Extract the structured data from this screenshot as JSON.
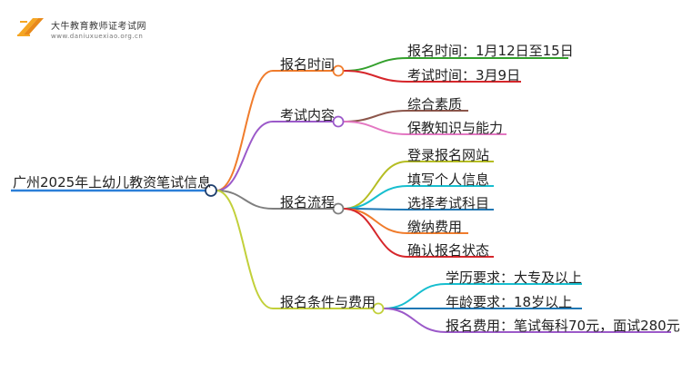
{
  "logo": {
    "title": "大牛教育教师证考试网",
    "url": "www.daniuxuexiao.org.cn"
  },
  "root": {
    "label": "广州2025年上幼儿教资笔试信息",
    "color": "#2b7fd8"
  },
  "branches": [
    {
      "label": "报名时间",
      "color": "#f07c2c",
      "children": [
        {
          "label": "报名时间：1月12日至15日",
          "color": "#33a02c"
        },
        {
          "label": "考试时间：3月9日",
          "color": "#d6262b"
        }
      ]
    },
    {
      "label": "考试内容",
      "color": "#9b59c9",
      "children": [
        {
          "label": "综合素质",
          "color": "#8c564b"
        },
        {
          "label": "保教知识与能力",
          "color": "#e377c2"
        }
      ]
    },
    {
      "label": "报名流程",
      "color": "#7f7f7f",
      "children": [
        {
          "label": "登录报名网站",
          "color": "#b5bd22"
        },
        {
          "label": "填写个人信息",
          "color": "#17becf"
        },
        {
          "label": "选择考试科目",
          "color": "#1f77b4"
        },
        {
          "label": "缴纳费用",
          "color": "#f07c2c"
        },
        {
          "label": "确认报名状态",
          "color": "#d6262b"
        }
      ]
    },
    {
      "label": "报名条件与费用",
      "color": "#c2d03a",
      "children": [
        {
          "label": "学历要求：大专及以上",
          "color": "#17becf"
        },
        {
          "label": "年龄要求：18岁以上",
          "color": "#1f77b4"
        },
        {
          "label": "报名费用：笔试每科70元，面试280元",
          "color": "#9b59c9"
        }
      ]
    }
  ]
}
